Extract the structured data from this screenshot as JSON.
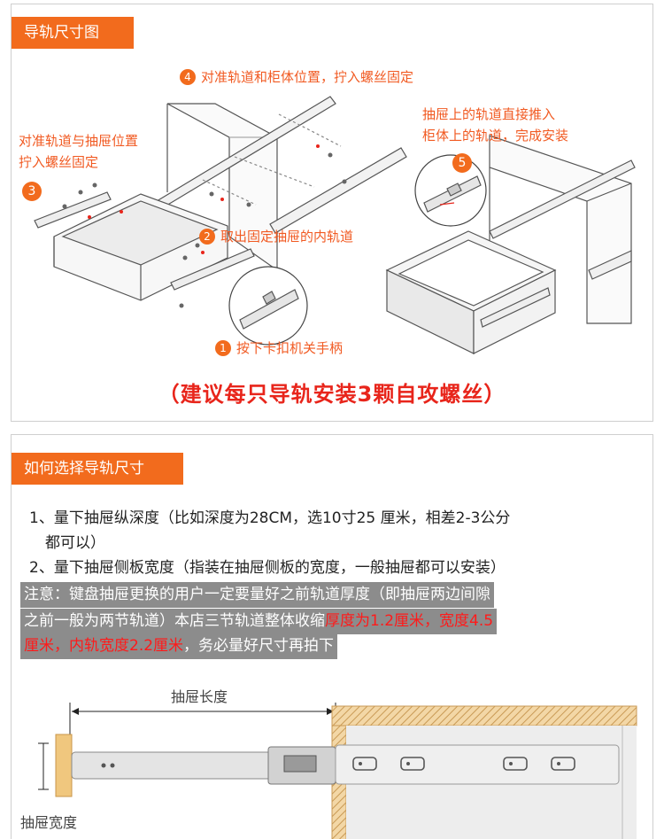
{
  "section1": {
    "title": "导轨尺寸图",
    "steps": [
      {
        "num": "1",
        "text": "按下卡扣机关手柄"
      },
      {
        "num": "2",
        "text": "取出固定抽屉的内轨道"
      },
      {
        "num": "3",
        "line1": "对准轨道与抽屉位置",
        "line2": "拧入螺丝固定"
      },
      {
        "num": "4",
        "text": "对准轨道和柜体位置，拧入螺丝固定"
      },
      {
        "num": "5",
        "line1": "抽屉上的轨道直接推入",
        "line2": "柜体上的轨道，完成安装"
      }
    ],
    "recommend": "（建议每只导轨安装3颗自攻螺丝）"
  },
  "section2": {
    "title": "如何选择导轨尺寸",
    "item1_line1": "1、量下抽屉纵深度（比如深度为28CM，选10寸25 厘米，相差2-3公分",
    "item1_line2": "都可以）",
    "item2": "2、量下抽屉侧板宽度（指装在抽屉侧板的宽度，一般抽屉都可以安装）",
    "note_line1": "注意：键盘抽屉更换的用户一定要量好之前轨道厚度（即抽屉两边间隙",
    "note_line2": "之前一般为两节轨道）本店三节轨道整体收缩",
    "note_line2_red": "厚度为1.2厘米，宽度4.5",
    "note_line3_red": "厘米，内轨宽度2.2厘米",
    "note_line3": "，务必量好尺寸再拍下",
    "dim_length": "抽屉长度",
    "dim_width": "抽屉宽度"
  },
  "colors": {
    "accent": "#f26b1d",
    "warning_red": "#e8251b",
    "highlight_gray": "#8c8c8c"
  }
}
